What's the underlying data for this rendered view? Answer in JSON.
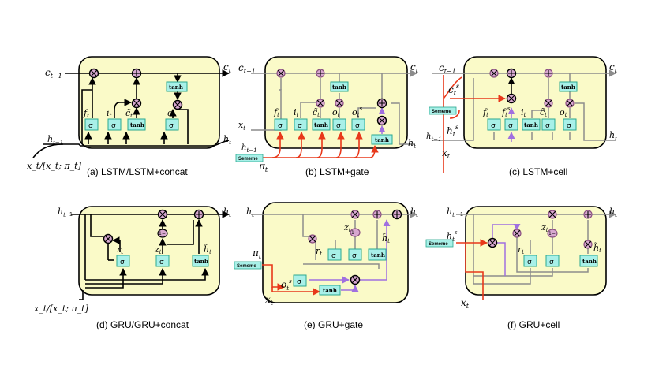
{
  "captions": {
    "a": "(a) LSTM/LSTM+concat",
    "b": "(b) LSTM+gate",
    "c": "(c) LSTM+cell",
    "d": "(d) GRU/GRU+concat",
    "e": "(e) GRU+gate",
    "f": "(f) GRU+cell"
  },
  "labels": {
    "sigma": "σ",
    "tanh": "tanh",
    "sememe": "Sememe",
    "ct_prev": "c",
    "ct_prev_sub": "t−1",
    "ct": "c",
    "ct_sub": "t",
    "ht_prev": "h",
    "ht_prev_sub": "t−1",
    "ht": "h",
    "ht_sub": "t",
    "xt": "x",
    "xt_sub": "t",
    "pi": "π",
    "pi_sub": "t",
    "input_concat": "x_t/[x_t; π_t]",
    "ft": "f",
    "it": "i",
    "ot": "o",
    "ct_tilde": "c̃",
    "cst": "c",
    "hst": "h",
    "fst": "f",
    "ost": "o",
    "rt": "r",
    "zt": "z",
    "ht_tilde": "h̃",
    "one_minus": "1−",
    "one": "1",
    "t": "t",
    "s": "s"
  },
  "colors": {
    "box_fill": "#fafac8",
    "gate_fill": "#a8f0e8",
    "gate_border": "#2aa890",
    "op_fill": "#d8a8d0",
    "op_border": "#8a5080",
    "red": "#e8381a",
    "purple": "#a070e0",
    "grey": "#8c8c8c",
    "sememe_fill": "#a8f0e8"
  }
}
